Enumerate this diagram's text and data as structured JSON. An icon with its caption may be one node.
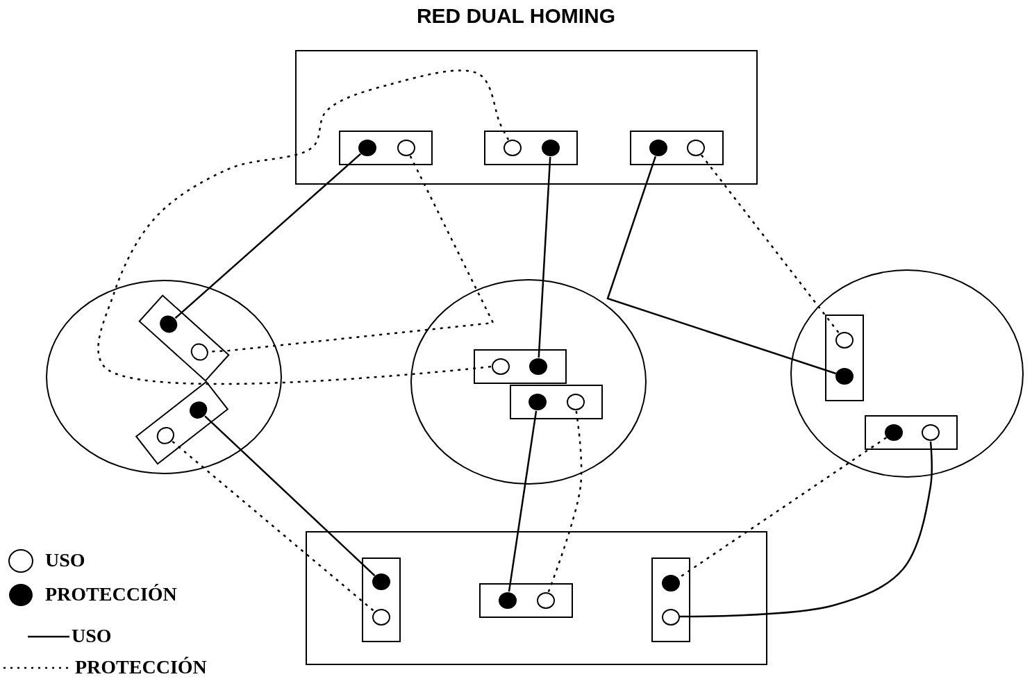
{
  "diagram": {
    "title": "RED DUAL HOMING",
    "nodes": [
      {
        "text": [],
        "shape": "box"
      },
      {
        "text": [],
        "shape": "box",
        "in": 0
      },
      {
        "text": [],
        "shape": "dot",
        "in": 1
      },
      {
        "text": [],
        "shape": "circle",
        "in": 1
      },
      {
        "text": [],
        "shape": "box",
        "in": 0
      },
      {
        "text": [],
        "shape": "circle",
        "in": 4
      },
      {
        "text": [],
        "shape": "dot",
        "in": 4
      },
      {
        "text": [],
        "shape": "box",
        "in": 0
      },
      {
        "text": [],
        "shape": "dot",
        "in": 7
      },
      {
        "text": [],
        "shape": "circle",
        "in": 7
      },
      {
        "text": [],
        "shape": "ellipse"
      },
      {
        "text": [],
        "shape": "box",
        "in": 10
      },
      {
        "text": [],
        "shape": "dot",
        "in": 11
      },
      {
        "text": [],
        "shape": "circle",
        "in": 11
      },
      {
        "text": [],
        "shape": "box",
        "in": 10
      },
      {
        "text": [],
        "shape": "circle",
        "in": 14
      },
      {
        "text": [],
        "shape": "dot",
        "in": 14
      },
      {
        "text": [],
        "shape": "ellipse"
      },
      {
        "text": [],
        "shape": "box",
        "in": 17
      },
      {
        "text": [],
        "shape": "circle",
        "in": 18
      },
      {
        "text": [],
        "shape": "dot",
        "in": 18
      },
      {
        "text": [],
        "shape": "box",
        "in": 17
      },
      {
        "text": [],
        "shape": "dot",
        "in": 21
      },
      {
        "text": [],
        "shape": "circle",
        "in": 21
      },
      {
        "text": [],
        "shape": "ellipse"
      },
      {
        "text": [],
        "shape": "box",
        "in": 24
      },
      {
        "text": [],
        "shape": "circle",
        "in": 25
      },
      {
        "text": [],
        "shape": "dot",
        "in": 25
      },
      {
        "text": [],
        "shape": "box",
        "in": 24
      },
      {
        "text": [],
        "shape": "dot",
        "in": 28
      },
      {
        "text": [],
        "shape": "circle",
        "in": 28
      },
      {
        "text": [],
        "shape": "box"
      },
      {
        "text": [],
        "shape": "box",
        "in": 31
      },
      {
        "text": [],
        "shape": "dot",
        "in": 32
      },
      {
        "text": [],
        "shape": "circle",
        "in": 32
      },
      {
        "text": [],
        "shape": "box",
        "in": 31
      },
      {
        "text": [],
        "shape": "dot",
        "in": 35
      },
      {
        "text": [],
        "shape": "circle",
        "in": 35
      },
      {
        "text": [],
        "shape": "box",
        "in": 31
      },
      {
        "text": [],
        "shape": "dot",
        "in": 38
      },
      {
        "text": [],
        "shape": "circle",
        "in": 38
      }
    ],
    "edges": [
      {
        "from": 2,
        "to": 12,
        "arrow": "none"
      },
      {
        "from": 6,
        "to": 20,
        "arrow": "none"
      },
      {
        "from": 8,
        "to": 27,
        "arrow": "none"
      },
      {
        "from": 16,
        "to": 33,
        "arrow": "none"
      },
      {
        "from": 22,
        "to": 36,
        "arrow": "none"
      },
      {
        "from": 40,
        "to": 30,
        "arrow": "none"
      },
      {
        "from": 3,
        "to": 13,
        "arrow": "none",
        "style": "dashed"
      },
      {
        "from": 5,
        "to": 19,
        "arrow": "none",
        "style": "dashed"
      },
      {
        "from": 9,
        "to": 26,
        "arrow": "none",
        "style": "dashed"
      },
      {
        "from": 15,
        "to": 34,
        "arrow": "none",
        "style": "dashed"
      },
      {
        "from": 23,
        "to": 37,
        "arrow": "none",
        "style": "dashed"
      },
      {
        "from": 29,
        "to": 39,
        "arrow": "none",
        "style": "dashed"
      }
    ],
    "legend": [
      {
        "text": "USO"
      },
      {
        "text": "PROTECCIÓN"
      },
      {
        "text": "USO"
      },
      {
        "text": "PROTECCIÓN"
      }
    ]
  }
}
